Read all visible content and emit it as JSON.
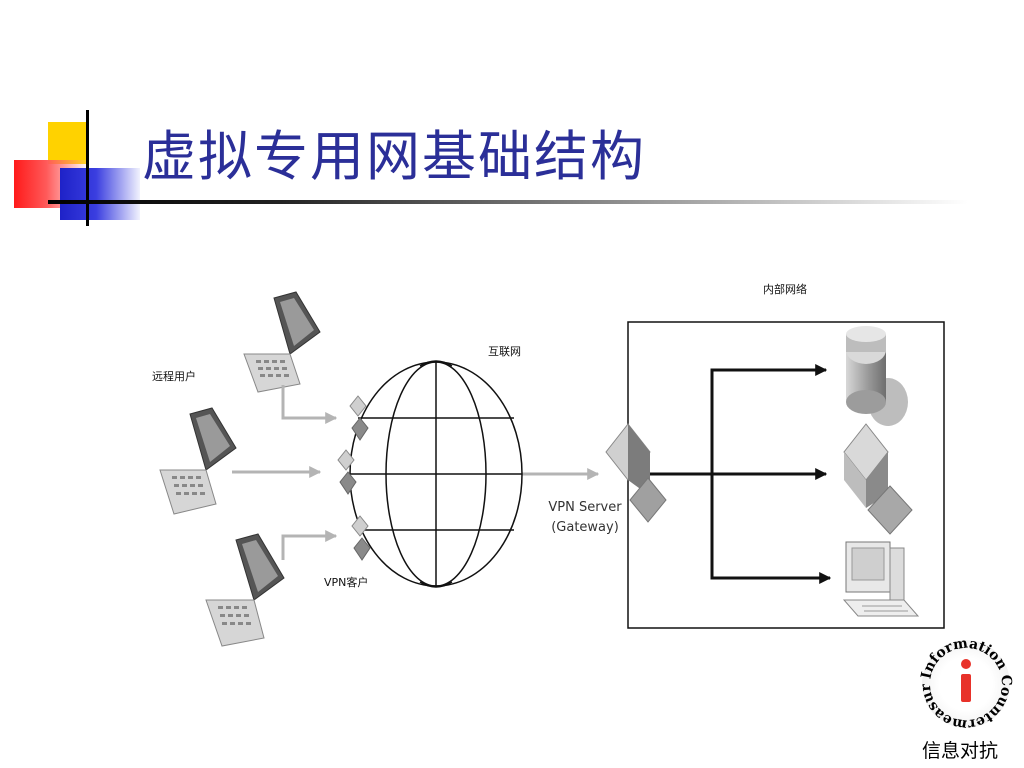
{
  "slide": {
    "title": "虚拟专用网基础结构"
  },
  "diagram": {
    "remote_users_label": "远程用户",
    "internet_label": "互联网",
    "vpn_client_label": "VPN客户",
    "vpn_server_label": "VPN Server",
    "gateway_label": "(Gateway)",
    "internal_network_label": "内部网络"
  },
  "logo": {
    "text": "Information Countermeasure",
    "letter": "i"
  },
  "footer": {
    "text": "信息对抗"
  },
  "colors": {
    "title": "#2b2f98",
    "deco_yellow": "#ffd200",
    "deco_red": "#ff1a1a",
    "deco_blue": "#1e22c8",
    "arrow_gray": "#b4b4b4",
    "logo_red": "#e8322a"
  },
  "icons": {
    "laptop": "laptop-icon",
    "globe": "globe-icon",
    "vpn_client": "vpn-client-icon",
    "gateway": "gateway-icon",
    "database": "database-icon",
    "server": "server-icon",
    "workstation": "workstation-icon"
  }
}
